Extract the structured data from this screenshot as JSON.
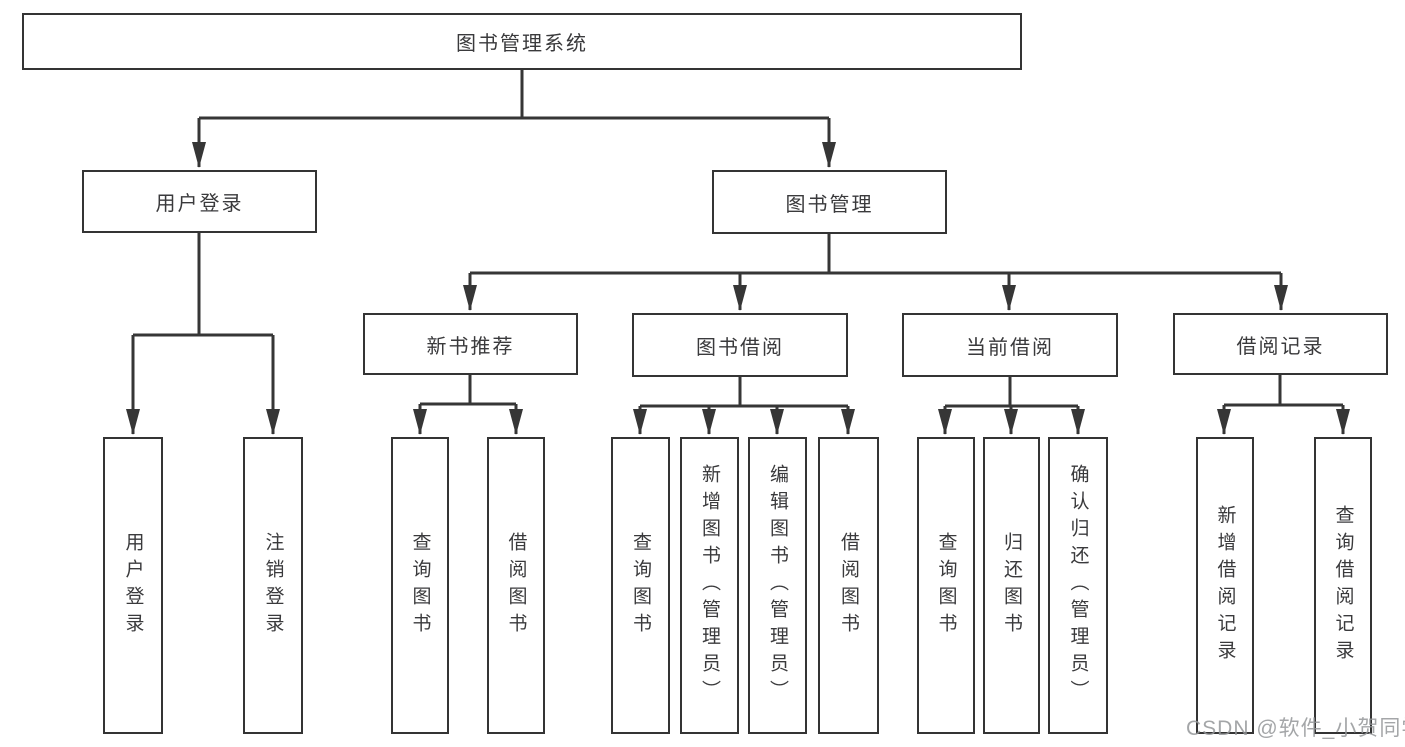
{
  "diagram_title": "图书管理系统",
  "colors": {
    "line": "#363636",
    "box_border": "#343434",
    "text": "#3a3a3c",
    "watermark": "#949699",
    "background": "#ffffff"
  },
  "nodes": {
    "root": "图书管理系统",
    "user_login": "用户登录",
    "book_mgmt": "图书管理",
    "new_book_rec": "新书推荐",
    "book_borrow": "图书借阅",
    "current_borrow": "当前借阅",
    "borrow_records": "借阅记录",
    "leaf_user_login": "用户登录",
    "leaf_logout": "注销登录",
    "rec_query_book": "查询图书",
    "rec_borrow_book": "借阅图书",
    "bb_query_book": "查询图书",
    "bb_add_book": "新增图书（管理员）",
    "bb_edit_book": "编辑图书（管理员）",
    "bb_borrow_book": "借阅图书",
    "cb_query_book": "查询图书",
    "cb_return_book": "归还图书",
    "cb_confirm_return": "确认归还（管理员）",
    "br_add_record": "新增借阅记录",
    "br_query_record": "查询借阅记录"
  },
  "watermark": "CSDN @软件_小贺同学"
}
